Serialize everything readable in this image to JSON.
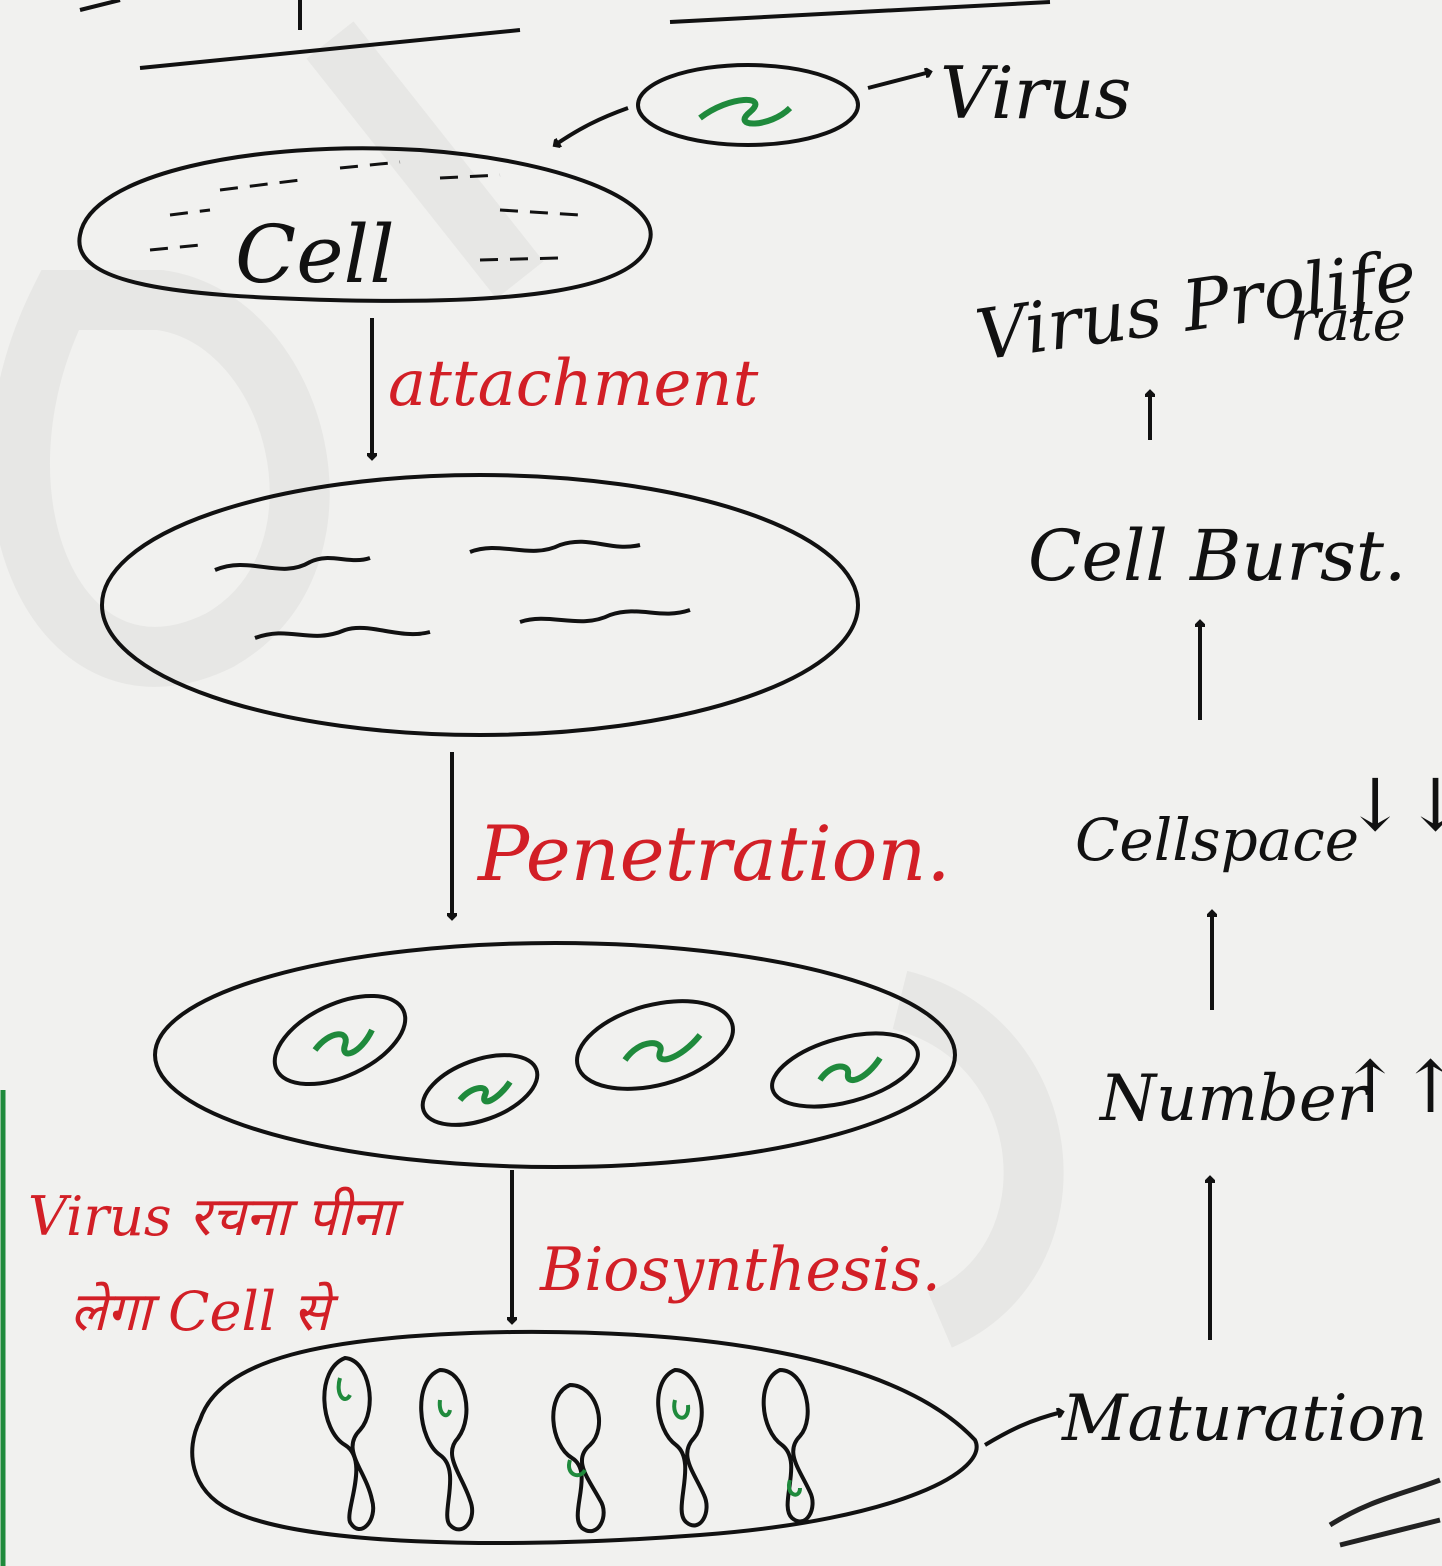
{
  "diagram": {
    "virus_label": "Virus",
    "cell_label": "Cell",
    "steps": {
      "attachment": "attachment",
      "penetration": "Penetration.",
      "biosynthesis": "Biosynthesis.",
      "maturation": "Maturation"
    },
    "hindi_note_line1": "Virus रचना पीना",
    "hindi_note_line2": "लेगा Cell से",
    "side_chain": {
      "item1_line1": "Virus Prolife",
      "item1_line2": "rate",
      "item2": "Cell Burst.",
      "item3": "Cellspace",
      "item3_marker": "↓↓",
      "item4": "Number",
      "item4_marker": "↑↑"
    },
    "colors": {
      "ink": "#111111",
      "red_ink": "#d21f26",
      "green_ink": "#1f8a3c",
      "paper": "#f1f1ef"
    }
  }
}
